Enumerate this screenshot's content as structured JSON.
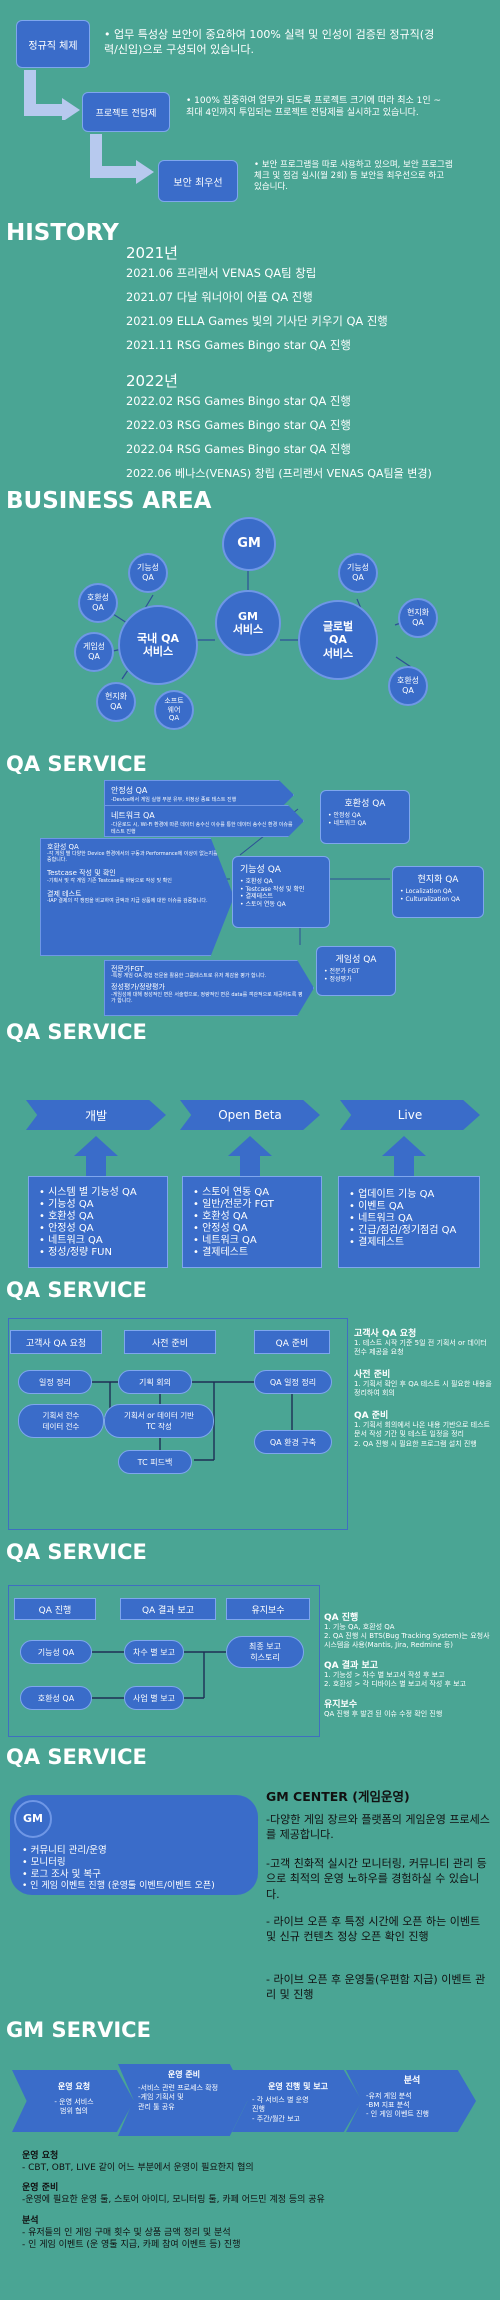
{
  "top": {
    "box1": "정규직 체제",
    "box1_text": "업무 특성상 보안이 중요하여 100% 실력 및 인성이 검증된 정규직(경력/신입)으로 구성되어 있습니다.",
    "box2": "프로젝트 전담제",
    "box2_text": "100% 집중하여 업무가 되도록 프로젝트 크기에 따라 최소 1인 ~ 최대 4인까지 투입되는 프로젝트 전담제를 실시하고 있습니다.",
    "box3": "보안 최우선",
    "box3_text": "보안 프로그램을 따로 사용하고 있으며, 보안 프로그램 체크 및 점검 실시(월 2회) 등 보안을 최우선으로 하고 있습니다."
  },
  "history": {
    "title": "HISTORY",
    "years": [
      {
        "year": "2021년",
        "items": [
          "2021.06 프리랜서 VENAS QA팀 창립",
          "2021.07 다날 워너아이 어플 QA 진행",
          "2021.09 ELLA Games 빛의 기사단 키우기 QA 진행",
          "2021.11 RSG Games Bingo star QA 진행"
        ]
      },
      {
        "year": "2022년",
        "items": [
          "2022.02 RSG Games Bingo star QA 진행",
          "2022.03 RSG Games Bingo star QA 진행",
          "2022.04 RSG Games Bingo star QA 진행",
          "2022.06 베나스(VENAS) 창립 (프리랜서 VENAS QA팀을 변경)"
        ]
      }
    ]
  },
  "business": {
    "title": "BUSINESS AREA",
    "gm": "GM",
    "gm_service": "GM\n서비스",
    "domestic": "국내 QA\n서비스",
    "global": "글로벌\nQA\n서비스",
    "left_circles": [
      "기능성\nQA",
      "호환성\nQA",
      "게임성\nQA",
      "현지화\nQA",
      "소프트\n웨어\nQA"
    ],
    "right_circles": [
      "기능성\nQA",
      "현지화\nQA",
      "호환성\nQA"
    ]
  },
  "qa1": {
    "title": "QA SERVICE",
    "left_blocks": [
      {
        "title": "안정성 QA",
        "desc": "-Device에서 게임 실행 부분 유무, 비정상 종료 테스트 진행"
      },
      {
        "title": "네트워크 QA",
        "desc": "-다운로드 시, Wi-Fi 환경에 따른 데이터 송수신 이슈를 통한 데이터 송수신 환경 이슈를 테스트 진행"
      },
      {
        "title": "호환성 QA",
        "desc": "-각 게임 별 다양한 Device 환경에서의 구동과 Performance에 이상이 없는지를 검증합니다."
      },
      {
        "title": "Testcase 작성 및 확인",
        "desc": "-기획서 및 각 게임 기존 Testcase를 바탕으로 작성 및 확인"
      },
      {
        "title": "결제 테스트",
        "desc": "-IAP 결제의 각 쟁점을 비교하여 금액과 지급 상품에 대한 이슈를 검증합니다."
      },
      {
        "title": "전문가FGT",
        "desc": "-특정 게임 QA 경험 전문을 활용한 그룹테스트로 유저 체감을 평가 합니다."
      },
      {
        "title": "정성평가/정량평가",
        "desc": "-게임성에 대해 정성적인 면은 서술형으로, 정량적인 면은 data를 객관적으로 제공하도록 평가 합니다."
      }
    ],
    "functional": {
      "title": "기능성 QA",
      "items": [
        "호환성 QA",
        "Testcase 작성 및 확인",
        "결제테스트",
        "스토어 연동 QA"
      ]
    },
    "compat": {
      "title": "호환성 QA",
      "items": [
        "안정성 QA",
        "네트워크 QA"
      ]
    },
    "local": {
      "title": "현지화 QA",
      "items": [
        "Localization QA",
        "Culturalization QA"
      ]
    },
    "game": {
      "title": "게임성 QA",
      "items": [
        "전문가 FGT",
        "정성평가"
      ]
    }
  },
  "qa2": {
    "title": "QA SERVICE",
    "stages": [
      "개발",
      "Open Beta",
      "Live"
    ],
    "lists": [
      [
        "시스템 별 기능성 QA",
        "기능성 QA",
        "호환성 QA",
        "안정성 QA",
        "네트워크 QA",
        "정성/정량 FUN"
      ],
      [
        "스토어 연동 QA",
        "일반/전문가 FGT",
        "호환성 QA",
        "안정성 QA",
        "네트워크 QA",
        "결제테스트"
      ],
      [
        "업데이트 기능 QA",
        "이벤트 QA",
        "네트워크 QA",
        "긴급/점검/정기점검 QA",
        "결제테스트"
      ]
    ]
  },
  "qa3": {
    "title": "QA SERVICE",
    "headers": [
      "고객사 QA 요청",
      "사전 준비",
      "QA 준비"
    ],
    "nodes": [
      "일정 정리",
      "기획 회의",
      "QA 일정 정리",
      "기획서 전수\n데이터 전수",
      "기획서 or 데이터 기반\nTC 작성",
      "TC 피드백",
      "QA 환경 구축"
    ],
    "side": [
      {
        "title": "고객사 QA 요청",
        "items": [
          "1. 테스트 시작 기준 5일 전 기획서 or 데이터 전수 제공을 요청"
        ]
      },
      {
        "title": "사전 준비",
        "items": [
          "1. 기획서 확인 후 QA 테스트 시 필요한 내용을 정리하여 회의"
        ]
      },
      {
        "title": "QA 준비",
        "items": [
          "1. 기획서 회의에서 나온 내용 기반으로 테스트 문서 작성 기간 및 테스트 일정을 정리",
          "2. QA 진행 시 필요한 프로그램 설치 진행"
        ]
      }
    ]
  },
  "qa4": {
    "title": "QA SERVICE",
    "headers": [
      "QA 진행",
      "QA 결과 보고",
      "유지보수"
    ],
    "nodes": [
      "기능성 QA",
      "차수 별 보고",
      "최종 보고\n히스토리",
      "호환성 QA",
      "사업 별 보고"
    ],
    "side": [
      {
        "title": "QA 진행",
        "items": [
          "1. 기능 QA, 호환성 QA",
          "2. QA 진행 시 BTS(Bug Tracking System)는 요청사 시스템을 사용(Mantis, Jira, Redmine 등)"
        ]
      },
      {
        "title": "QA 결과 보고",
        "items": [
          "1. 기능성 > 차수 별 보고서 작성 후 보고",
          "2. 호환성 > 각 디바이스 별 보고서 작성 후 보고"
        ]
      },
      {
        "title": "유지보수",
        "items": [
          "QA 진행 후 발견 된 이슈 수정 확인 진행"
        ]
      }
    ]
  },
  "qa5": {
    "title": "QA SERVICE",
    "gm": "GM",
    "items": [
      "커뮤니티 관리/운영",
      "모니터링",
      "로그 조사 및 복구",
      "인 게임 이벤트 진행 (운영툴 이벤트/이벤트 오픈)"
    ],
    "center_title": "GM CENTER (게임운영)",
    "paras": [
      "-다양한 게임 장르와 플랫폼의 게임운영 프로세스를 제공합니다.",
      "-고객 친화적 실시간 모니터링, 커뮤니티 관리 등으로 최적의 운영 노하우를 경험하실 수 있습니다.",
      "- 라이브 오픈 후 특정 시간에 오픈 하는 이벤트 및 신규 컨텐츠 정상 오픈 확인 진행",
      "- 라이브 오픈 후 운영툴(우편함 지급) 이벤트 관리 및 진행"
    ]
  },
  "gm": {
    "title": "GM SERVICE",
    "tabs": [
      {
        "title": "운영 요청",
        "desc": "- 운영 서비스\n범위 협의"
      },
      {
        "title": "운영 준비",
        "desc": "-서비스 관련 프로세스 확정\n-게임 기획서 및\n관리 툴 공유"
      },
      {
        "title": "운영 진행 및 보고",
        "desc": "- 각 서비스 별 운영\n진행\n- 주간/월간 보고"
      },
      {
        "title": "분석",
        "desc": "-유저 게임 분석\n-BM 지표 분석\n- 인 게임 이벤트 진행"
      }
    ],
    "notes": [
      {
        "title": "운영 요청",
        "items": [
          "- CBT, OBT, LIVE 같이 어느 부분에서 운영이 필요한지 협의"
        ]
      },
      {
        "title": "운영 준비",
        "items": [
          "-운영에 필요한 운영 툴, 스토어 아이디, 모니터링 툴, 카페 어드민 계정 등의 공유"
        ]
      },
      {
        "title": "분석",
        "items": [
          "- 유저들의 인 게임 구매 횟수 및 상품 금액 정리 및 분석",
          "- 인 게임 이벤트 (운 영툴 지급, 카페 참여 이벤트 등) 진행"
        ]
      }
    ]
  }
}
